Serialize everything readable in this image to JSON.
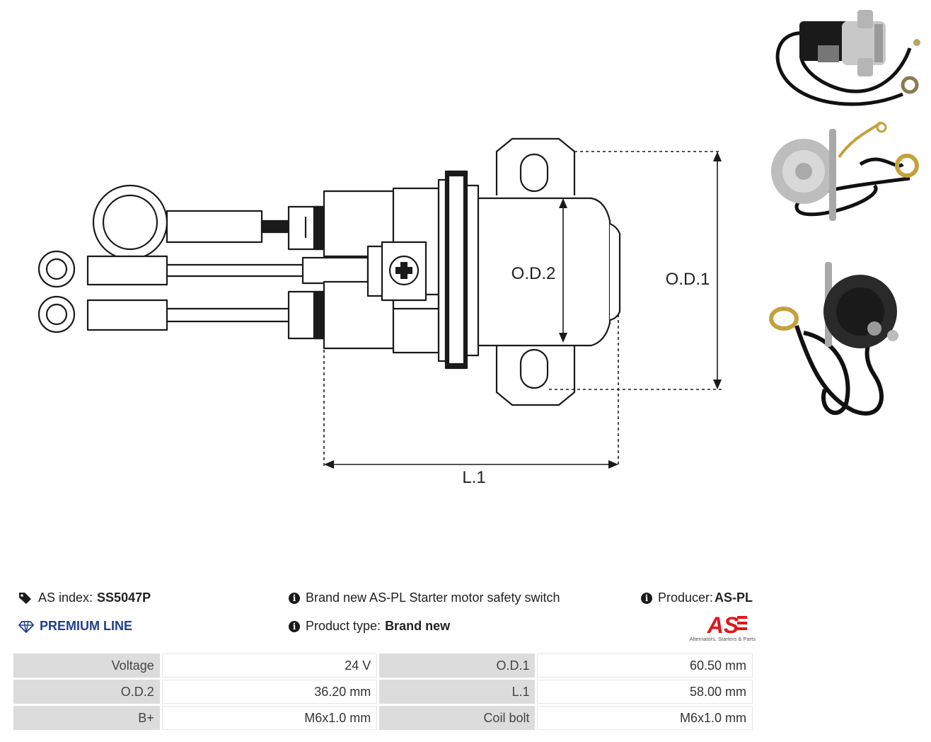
{
  "drawing": {
    "dim_od1": "O.D.1",
    "dim_od2": "O.D.2",
    "dim_l1": "L.1"
  },
  "info": {
    "as_index_label": "AS index:",
    "as_index_value": "SS5047P",
    "premium_line": "PREMIUM LINE",
    "description": "Brand new AS-PL Starter motor safety switch",
    "product_type_label": "Product type:",
    "product_type_value": "Brand new",
    "producer_label": "Producer:",
    "producer_value": "AS-PL"
  },
  "logo": {
    "text": "AS",
    "tagline": "Alternators, Starters & Parts",
    "color": "#e2161b"
  },
  "specs": [
    {
      "label1": "Voltage",
      "value1": "24 V",
      "label2": "O.D.1",
      "value2": "60.50 mm"
    },
    {
      "label1": "O.D.2",
      "value1": "36.20 mm",
      "label2": "L.1",
      "value2": "58.00 mm"
    },
    {
      "label1": "B+",
      "value1": "M6x1.0 mm",
      "label2": "Coil bolt",
      "value2": "M6x1.0 mm"
    }
  ],
  "colors": {
    "premium": "#1f3f8f",
    "table_label_bg": "#dcdcdc"
  }
}
